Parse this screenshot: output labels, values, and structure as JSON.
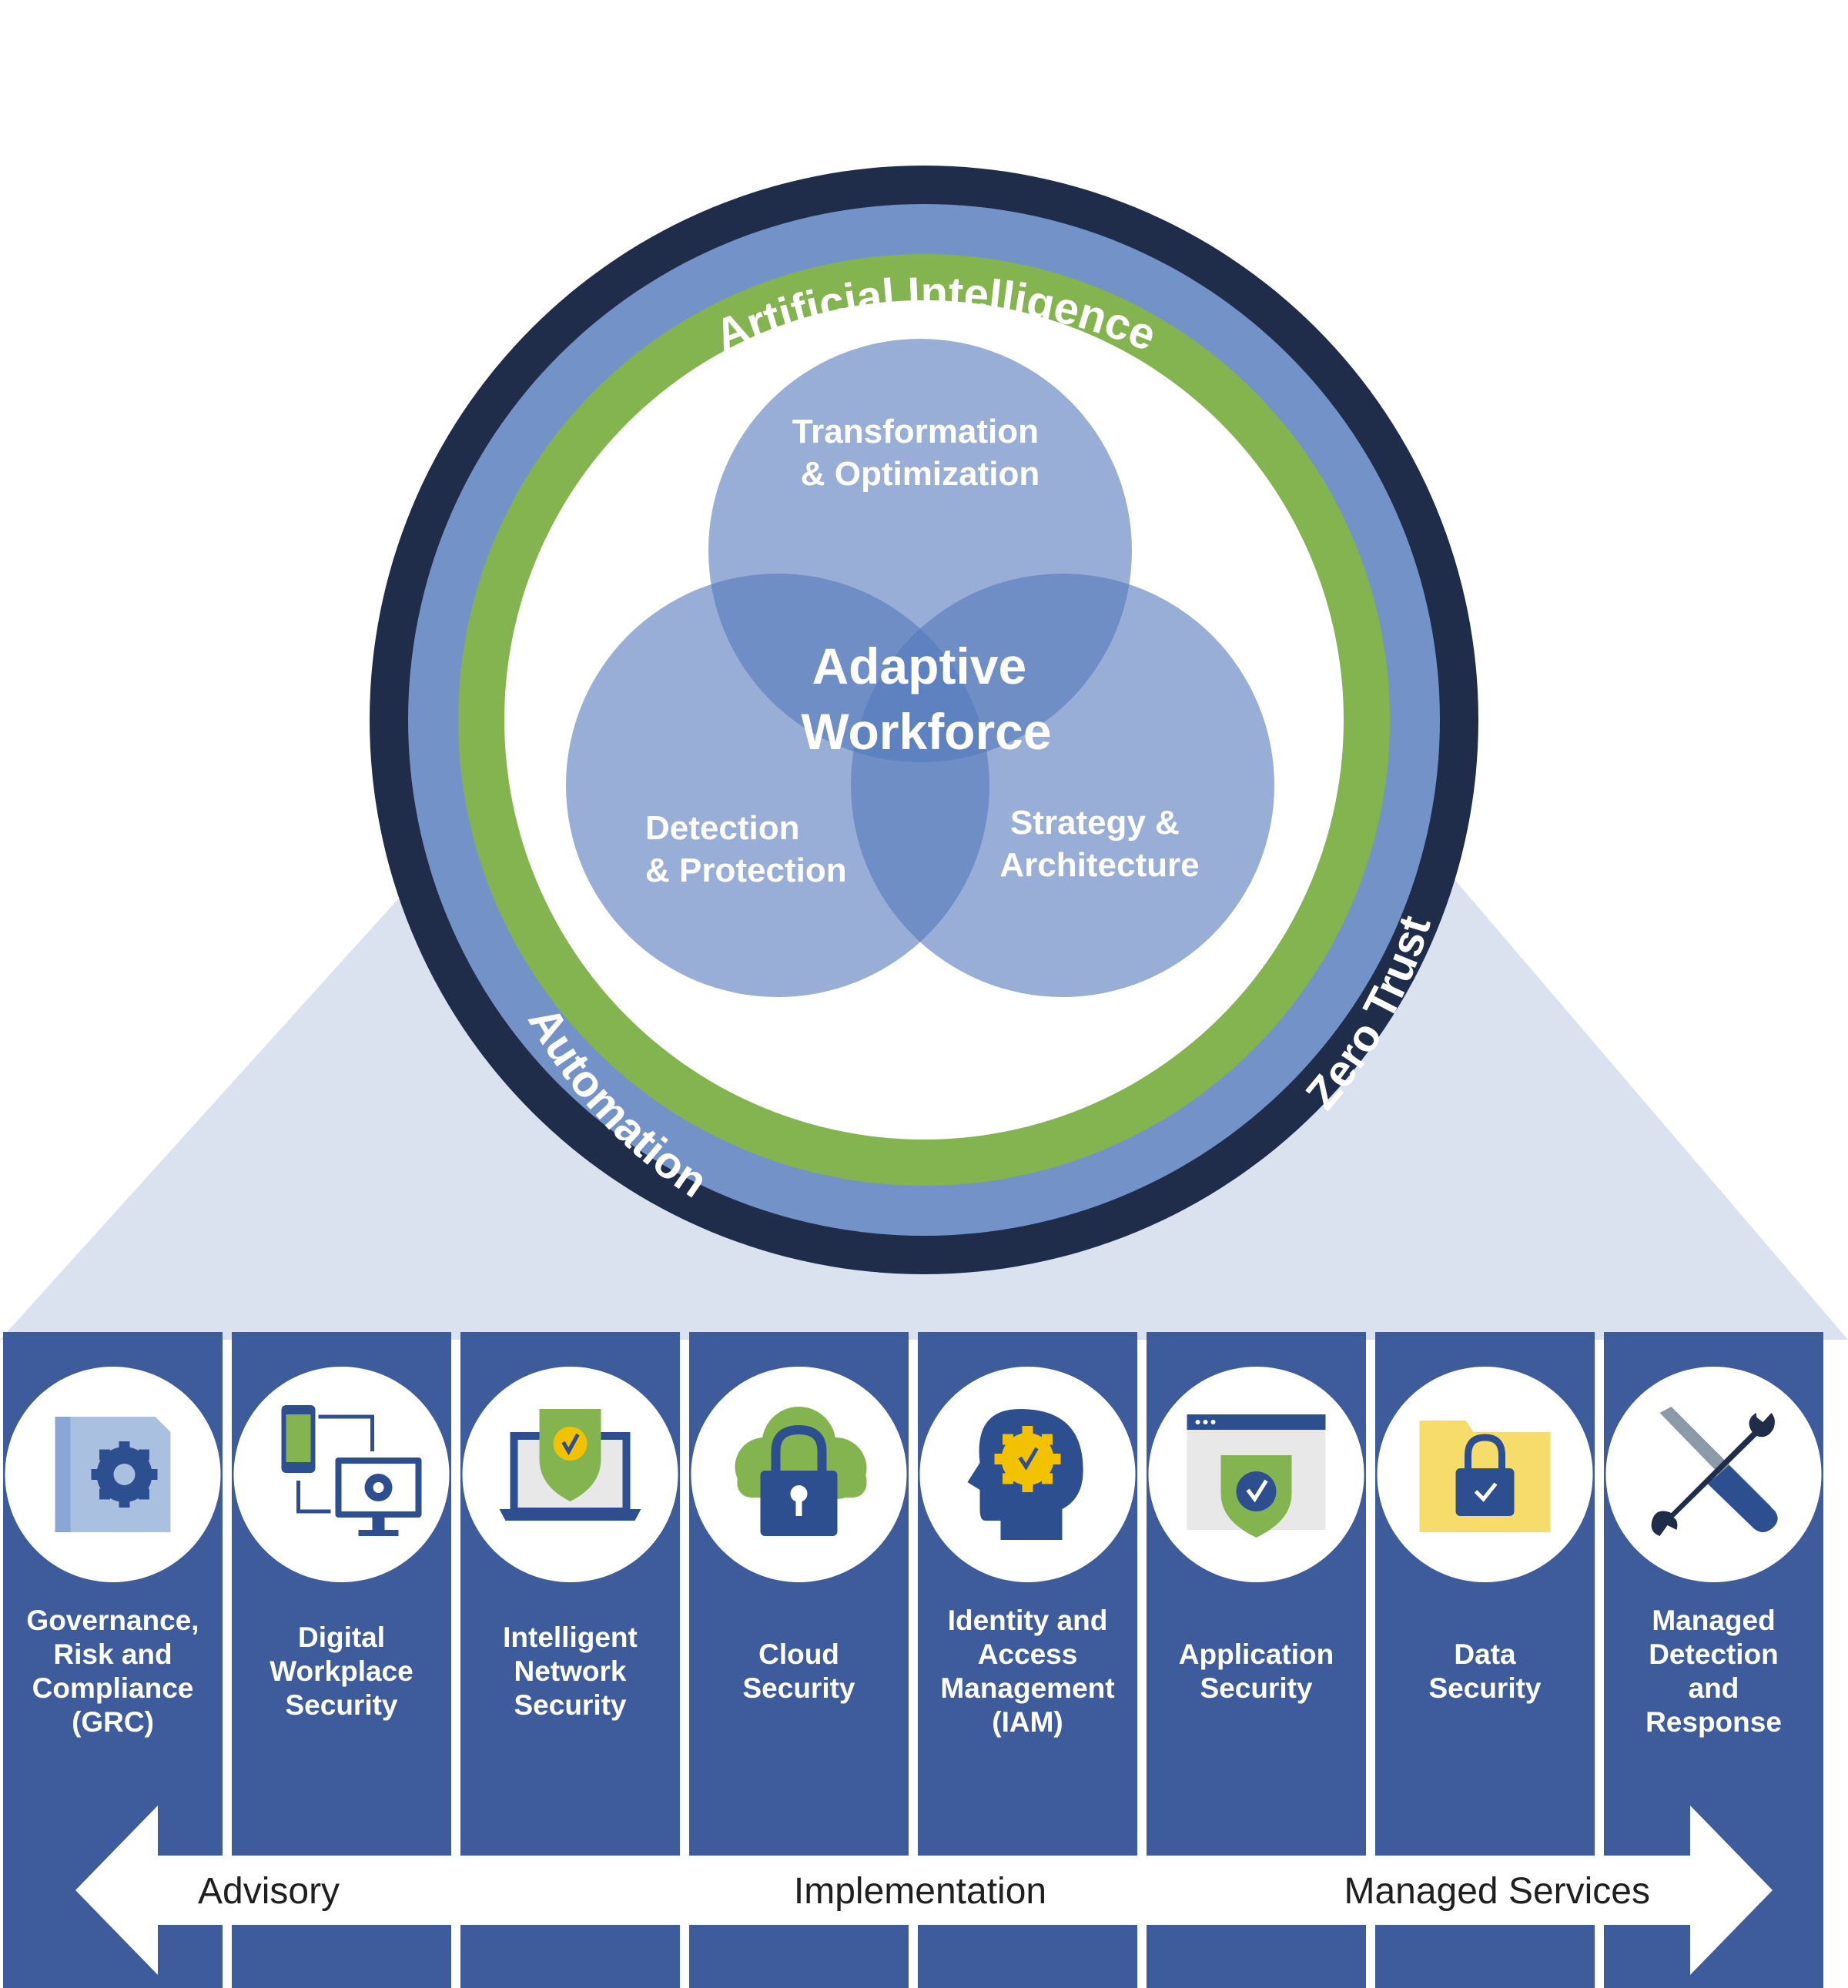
{
  "ring": {
    "top": "Artificial Intelligence",
    "left": "Automation",
    "right": "Zero Trust"
  },
  "venn": {
    "top": [
      "Transformation",
      "& Optimization"
    ],
    "left": [
      "Detection",
      "& Protection"
    ],
    "right": [
      "Strategy &",
      "Architecture"
    ],
    "center": [
      "Adaptive",
      "Workforce"
    ]
  },
  "columns": [
    {
      "icon": "grc-document-gear-icon",
      "lines": [
        "Governance,",
        "Risk and",
        "Compliance",
        "(GRC)"
      ]
    },
    {
      "icon": "digital-workplace-devices-icon",
      "lines": [
        "Digital",
        "Workplace",
        "Security"
      ]
    },
    {
      "icon": "laptop-shield-icon",
      "lines": [
        "Intelligent",
        "Network",
        "Security"
      ]
    },
    {
      "icon": "cloud-padlock-icon",
      "lines": [
        "Cloud",
        "Security"
      ]
    },
    {
      "icon": "head-gear-icon",
      "lines": [
        "Identity and",
        "Access",
        "Management",
        "(IAM)"
      ]
    },
    {
      "icon": "browser-shield-icon",
      "lines": [
        "Application",
        "Security"
      ]
    },
    {
      "icon": "folder-lock-icon",
      "lines": [
        "Data",
        "Security"
      ]
    },
    {
      "icon": "wrench-screwdriver-icon",
      "lines": [
        "Managed",
        "Detection",
        "and",
        "Response"
      ]
    }
  ],
  "arrow": {
    "left": "Advisory",
    "middle": "Implementation",
    "right": "Managed Services"
  },
  "colors": {
    "navy": "#1f2d4b",
    "ring_blue": "#7392c8",
    "green": "#84b450",
    "column_blue": "#3e5c9c",
    "venn_fill": "#5478bb",
    "pyramid": "#dae1ef"
  }
}
